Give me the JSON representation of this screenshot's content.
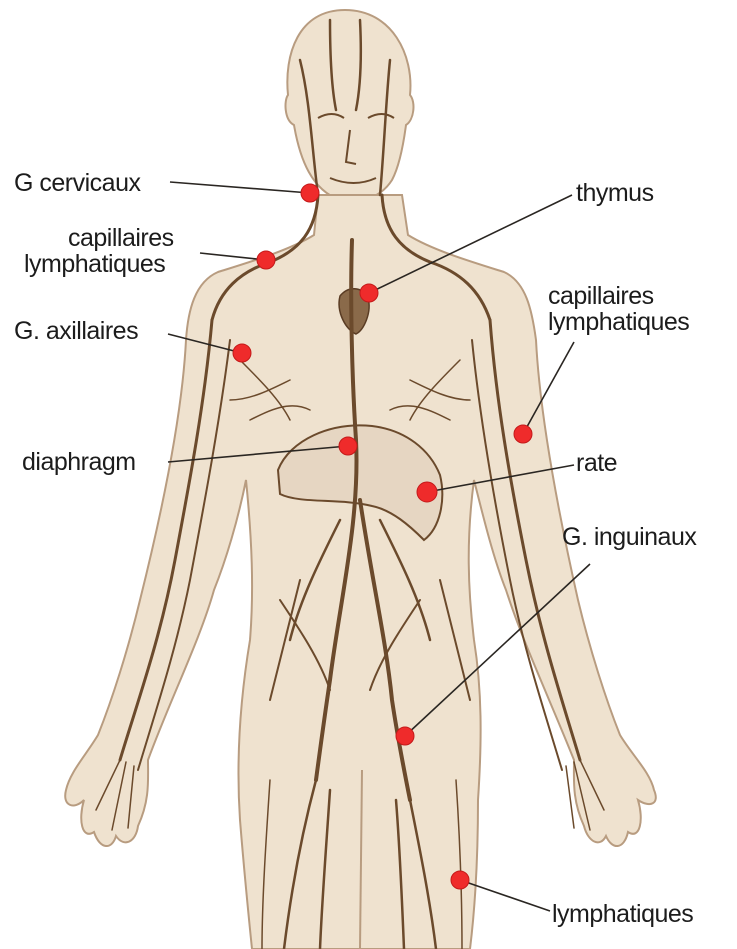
{
  "diagram": {
    "colors": {
      "skin": "#efe2cf",
      "skin_outline": "#b89c80",
      "vessel": "#6b4a2c",
      "node_marker": "#ef2b2b",
      "leader_line": "#2a2622",
      "label_text": "#1c1c1c"
    },
    "labels": {
      "cervical_nodes": "G cervicaux",
      "lymph_capillaries_left_line1": "capillaires",
      "lymph_capillaries_left_line2": "lymphatiques",
      "axillary_nodes": "G. axillaires",
      "diaphragm": "diaphragm",
      "thymus": "thymus",
      "lymph_capillaries_right_line1": "capillaires",
      "lymph_capillaries_right_line2": "lymphatiques",
      "spleen": "rate",
      "inguinal_nodes": "G. inguinaux",
      "lymphatics": "lymphatiques"
    }
  }
}
